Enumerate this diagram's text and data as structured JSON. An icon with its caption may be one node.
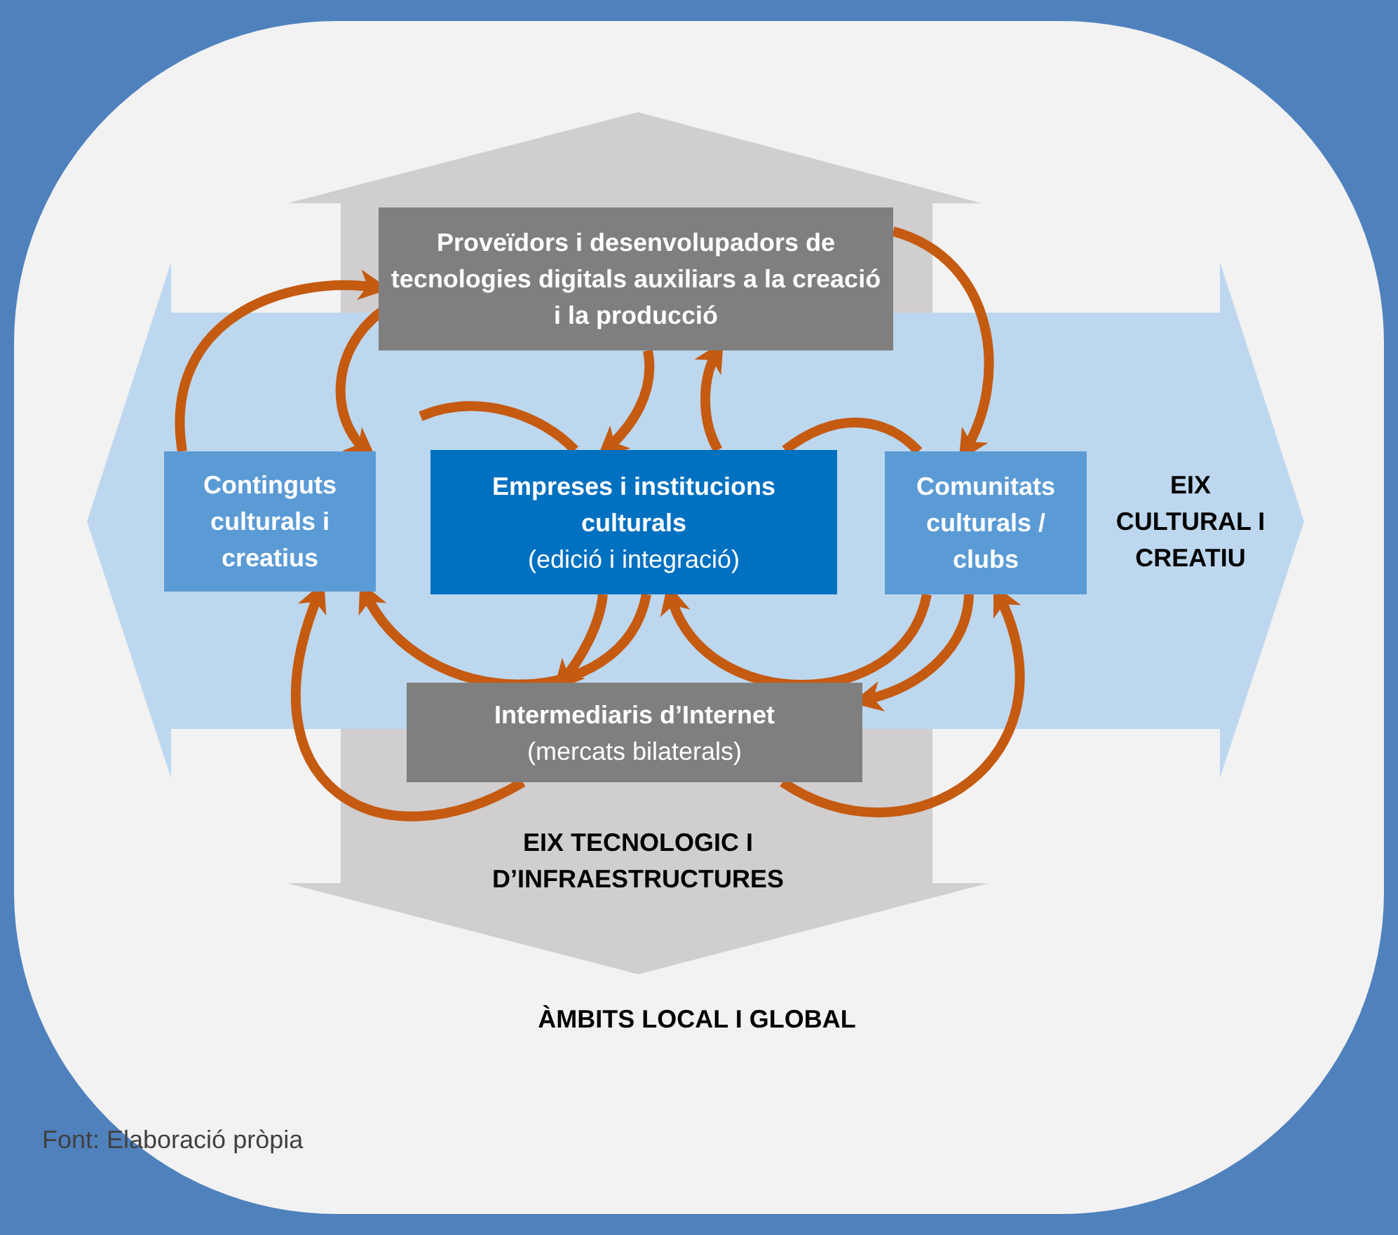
{
  "diagram": {
    "caption": "Font: Elaboració pròpia",
    "nodes": [
      {
        "text": [
          "Proveïdors i desenvolupadors de tecnologies digitals auxiliars a la creació i la producció"
        ]
      },
      {
        "text": [
          "Continguts culturals i creatius"
        ]
      },
      {
        "text": [
          "Empreses i institucions culturals",
          "(edició i integració)"
        ]
      },
      {
        "text": [
          "Comunitats culturals / clubs"
        ]
      },
      {
        "text": [
          "Intermediaris d’Internet",
          "(mercats bilaterals)"
        ]
      }
    ],
    "edges": [
      {
        "from": 1,
        "to": 0,
        "arrow": "to"
      },
      {
        "from": 0,
        "to": 1,
        "arrow": "to"
      },
      {
        "from": 0,
        "to": 2,
        "arrow": "to"
      },
      {
        "from": 2,
        "to": 0,
        "arrow": "to"
      },
      {
        "from": 0,
        "to": 3,
        "arrow": "to"
      },
      {
        "from": null,
        "to": 2,
        "arrow": "none"
      },
      {
        "from": 2,
        "to": 3,
        "arrow": "none"
      },
      {
        "from": 2,
        "to": 4,
        "arrow": "to"
      },
      {
        "from": 2,
        "to": 1,
        "arrow": "to"
      },
      {
        "from": 4,
        "to": 1,
        "arrow": "to"
      },
      {
        "from": 3,
        "to": 2,
        "arrow": "to"
      },
      {
        "from": 3,
        "to": 4,
        "arrow": "to"
      },
      {
        "from": 4,
        "to": 3,
        "arrow": "to"
      }
    ],
    "labels": [
      "EIX CULTURAL I CREATIU",
      "EIX TECNOLOGIC I D’INFRAESTRUCTURES",
      "ÀMBITS LOCAL I GLOBAL"
    ]
  }
}
